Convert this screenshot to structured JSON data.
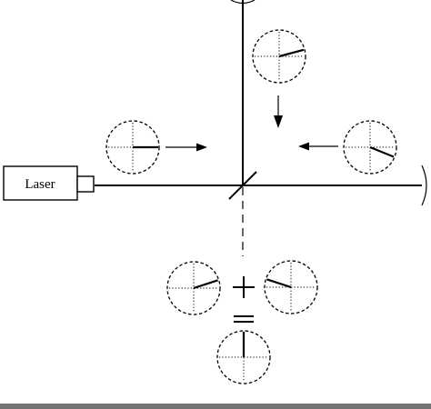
{
  "laser": {
    "label": "Laser"
  },
  "symbols": {
    "plus": "+",
    "equals": "="
  },
  "phasors": [
    {
      "name": "phasor-top-arm",
      "angle_deg": 15
    },
    {
      "name": "phasor-laser-input",
      "angle_deg": 0
    },
    {
      "name": "phasor-right-arm",
      "angle_deg": -22
    },
    {
      "name": "phasor-output-left",
      "angle_deg": 18
    },
    {
      "name": "phasor-output-right",
      "angle_deg": 162
    },
    {
      "name": "phasor-output-sum",
      "angle_deg": 90
    }
  ]
}
